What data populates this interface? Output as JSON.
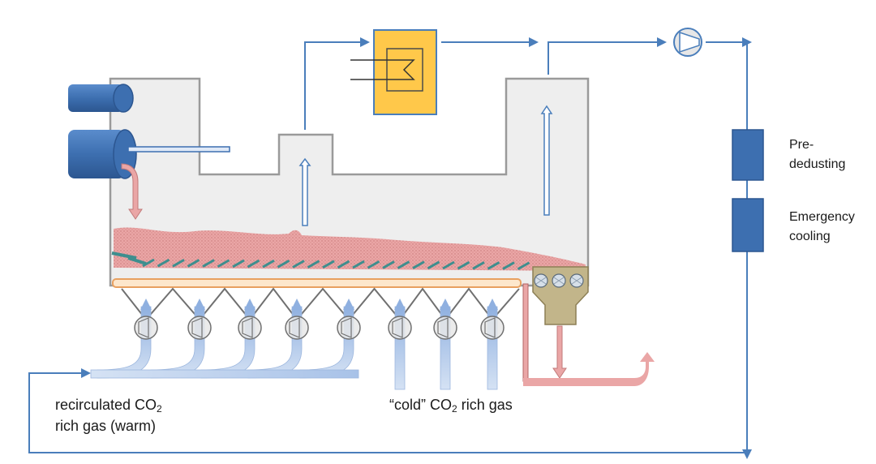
{
  "labels": {
    "pre_dedusting_line1": "Pre-",
    "pre_dedusting_line2": "dedusting",
    "emergency_cooling_line1": "Emergency",
    "emergency_cooling_line2": "cooling",
    "recirculated_prefix": "recirculated CO",
    "recirculated_sub": "2",
    "recirculated_line2": "rich gas (warm)",
    "cold_prefix": "“cold” CO",
    "cold_sub": "2",
    "cold_suffix": " rich gas"
  },
  "colors": {
    "pipe": "#4a7ebb",
    "chamber_fill": "#eeeeee",
    "chamber_stroke": "#9a9a9a",
    "equipment_blue": "#3d6fb0",
    "cooler_fill": "#ffc84a",
    "clinker_fill": "#eaa6a6",
    "grate_teal": "#3e8e8e",
    "hot_pipe": "#e08f8f",
    "air_pipe": "#b8cdea",
    "discharge_box": "#c2b58a"
  },
  "icons": {
    "fan": "fan-icon",
    "burner": "burner-icon",
    "heat_exchanger": "heat-exchanger-icon",
    "crusher_rollers": "roller-crusher-icon"
  }
}
